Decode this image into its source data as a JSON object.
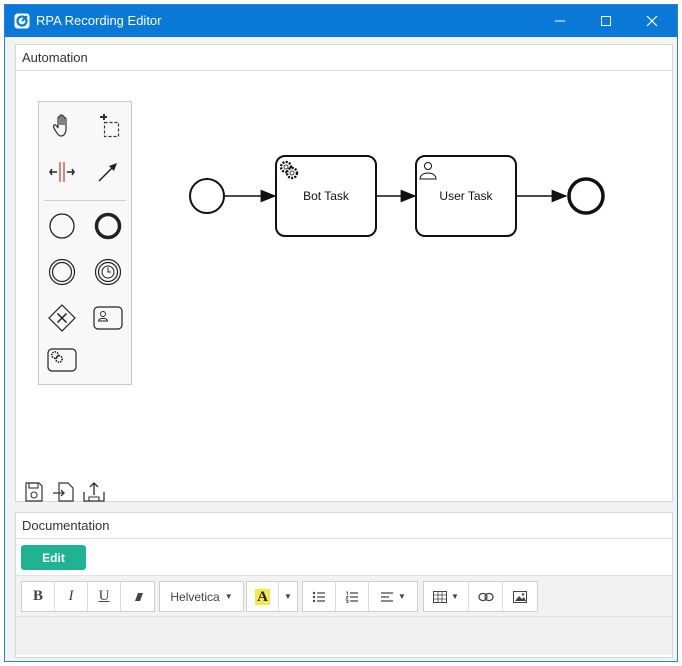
{
  "window": {
    "title": "RPA Recording Editor",
    "controls": [
      "minimize",
      "maximize",
      "close"
    ]
  },
  "automation": {
    "header": "Automation",
    "palette": {
      "tools": [
        "hand-tool",
        "lasso-tool",
        "space-tool",
        "connect-tool"
      ],
      "shapes": [
        "start-event",
        "end-event",
        "intermediate-event",
        "timer-event",
        "exclusive-gateway",
        "user-task",
        "service-task"
      ]
    },
    "diagram": {
      "tasks": [
        {
          "label": "Bot Task",
          "type": "service-task"
        },
        {
          "label": "User Task",
          "type": "user-task"
        }
      ]
    },
    "file_tools": [
      "save-icon",
      "import-icon",
      "export-icon"
    ]
  },
  "documentation": {
    "header": "Documentation",
    "edit_label": "Edit",
    "toolbar": {
      "bold": "B",
      "italic": "I",
      "underline": "U",
      "font_name": "Helvetica",
      "color_letter": "A",
      "highlight_color": "#f3e94a"
    }
  },
  "colors": {
    "titlebar": "#0a78d7",
    "accent_button": "#1fb394"
  }
}
